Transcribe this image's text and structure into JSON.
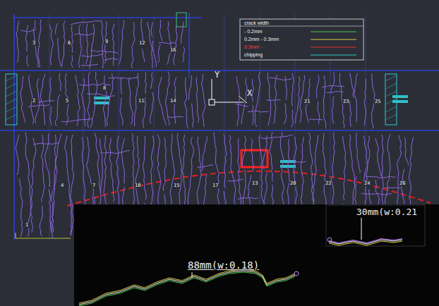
{
  "diagram": {
    "labels": [
      "crack width",
      "Y",
      "X",
      "3",
      "6",
      "9",
      "12",
      "16",
      "2",
      "5",
      "8",
      "11",
      "14",
      "21",
      "23",
      "25",
      "1",
      "4",
      "7",
      "10",
      "15",
      "17",
      "13",
      "20",
      "22",
      "24",
      "26",
      "88mm(w:0.18)",
      "30mm(w:0.21"
    ],
    "legend": [
      {
        "text": "- 0.2mm"
      },
      {
        "text": "0.2mm - 0.3mm"
      },
      {
        "text": "0.3mm -"
      },
      {
        "text": "chipping"
      }
    ]
  }
}
